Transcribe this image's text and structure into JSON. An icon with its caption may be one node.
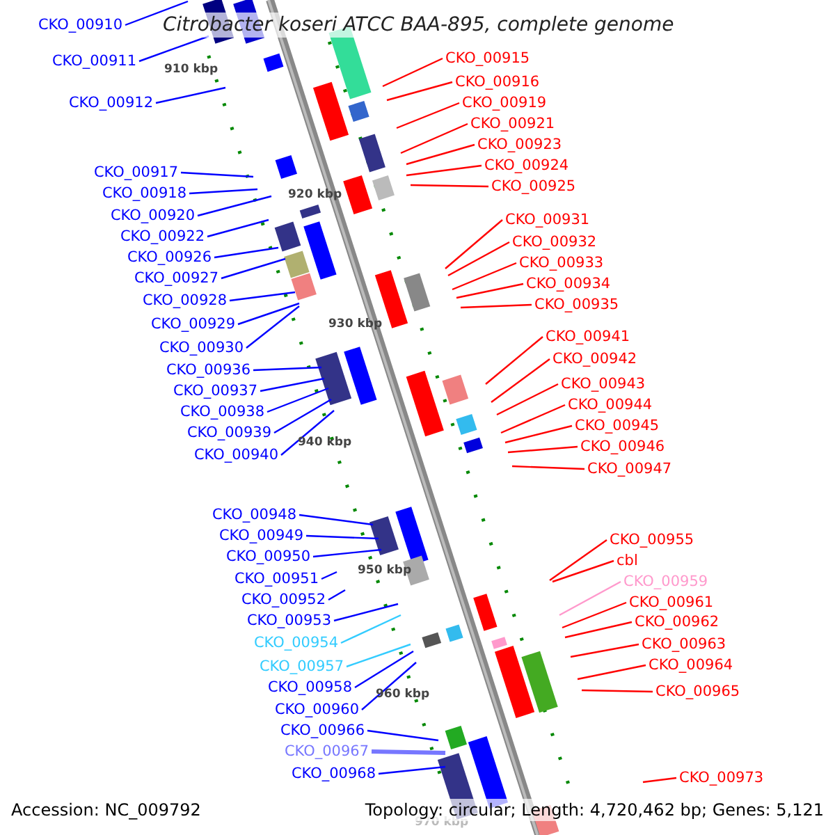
{
  "diagram": {
    "title": "Citrobacter koseri ATCC BAA-895, complete genome",
    "nodes": [
      {
        "text": [
          "CKO_00910"
        ]
      },
      {
        "text": [
          "CKO_00911"
        ]
      },
      {
        "text": [
          "CKO_00912"
        ]
      },
      {
        "text": [
          "CKO_00917"
        ]
      },
      {
        "text": [
          "CKO_00918"
        ]
      },
      {
        "text": [
          "CKO_00920"
        ]
      },
      {
        "text": [
          "CKO_00922"
        ]
      },
      {
        "text": [
          "CKO_00926"
        ]
      },
      {
        "text": [
          "CKO_00927"
        ]
      },
      {
        "text": [
          "CKO_00928"
        ]
      },
      {
        "text": [
          "CKO_00929"
        ]
      },
      {
        "text": [
          "CKO_00930"
        ]
      },
      {
        "text": [
          "CKO_00936"
        ]
      },
      {
        "text": [
          "CKO_00937"
        ]
      },
      {
        "text": [
          "CKO_00938"
        ]
      },
      {
        "text": [
          "CKO_00939"
        ]
      },
      {
        "text": [
          "CKO_00940"
        ]
      },
      {
        "text": [
          "CKO_00948"
        ]
      },
      {
        "text": [
          "CKO_00949"
        ]
      },
      {
        "text": [
          "CKO_00950"
        ]
      },
      {
        "text": [
          "CKO_00951"
        ]
      },
      {
        "text": [
          "CKO_00952"
        ]
      },
      {
        "text": [
          "CKO_00953"
        ]
      },
      {
        "text": [
          "CKO_00954"
        ]
      },
      {
        "text": [
          "CKO_00957"
        ]
      },
      {
        "text": [
          "CKO_00958"
        ]
      },
      {
        "text": [
          "CKO_00960"
        ]
      },
      {
        "text": [
          "CKO_00966"
        ]
      },
      {
        "text": [
          "CKO_00967"
        ]
      },
      {
        "text": [
          "CKO_00968"
        ]
      },
      {
        "text": [
          "CKO_00915"
        ]
      },
      {
        "text": [
          "CKO_00916"
        ]
      },
      {
        "text": [
          "CKO_00919"
        ]
      },
      {
        "text": [
          "CKO_00921"
        ]
      },
      {
        "text": [
          "CKO_00923"
        ]
      },
      {
        "text": [
          "CKO_00924"
        ]
      },
      {
        "text": [
          "CKO_00925"
        ]
      },
      {
        "text": [
          "CKO_00931"
        ]
      },
      {
        "text": [
          "CKO_00932"
        ]
      },
      {
        "text": [
          "CKO_00933"
        ]
      },
      {
        "text": [
          "CKO_00934"
        ]
      },
      {
        "text": [
          "CKO_00935"
        ]
      },
      {
        "text": [
          "CKO_00941"
        ]
      },
      {
        "text": [
          "CKO_00942"
        ]
      },
      {
        "text": [
          "CKO_00943"
        ]
      },
      {
        "text": [
          "CKO_00944"
        ]
      },
      {
        "text": [
          "CKO_00945"
        ]
      },
      {
        "text": [
          "CKO_00946"
        ]
      },
      {
        "text": [
          "CKO_00947"
        ]
      },
      {
        "text": [
          "CKO_00955"
        ]
      },
      {
        "text": [
          "cbl"
        ]
      },
      {
        "text": [
          "CKO_00959"
        ]
      },
      {
        "text": [
          "CKO_00961"
        ]
      },
      {
        "text": [
          "CKO_00962"
        ]
      },
      {
        "text": [
          "CKO_00963"
        ]
      },
      {
        "text": [
          "CKO_00964"
        ]
      },
      {
        "text": [
          "CKO_00965"
        ]
      },
      {
        "text": [
          "CKO_00973"
        ]
      }
    ],
    "edges": [
      {
        "from": 0,
        "to": null,
        "arrow": "none"
      },
      {
        "from": 1,
        "to": null,
        "arrow": "none"
      },
      {
        "from": 2,
        "to": null,
        "arrow": "none"
      },
      {
        "from": 3,
        "to": null,
        "arrow": "none"
      },
      {
        "from": 4,
        "to": null,
        "arrow": "none"
      },
      {
        "from": 5,
        "to": null,
        "arrow": "none"
      },
      {
        "from": 6,
        "to": null,
        "arrow": "none"
      },
      {
        "from": 7,
        "to": null,
        "arrow": "none"
      },
      {
        "from": 8,
        "to": null,
        "arrow": "none"
      },
      {
        "from": 9,
        "to": null,
        "arrow": "none"
      },
      {
        "from": 10,
        "to": null,
        "arrow": "none"
      },
      {
        "from": 11,
        "to": null,
        "arrow": "none"
      },
      {
        "from": 12,
        "to": null,
        "arrow": "none"
      },
      {
        "from": 13,
        "to": null,
        "arrow": "none"
      },
      {
        "from": 14,
        "to": null,
        "arrow": "none"
      },
      {
        "from": 15,
        "to": null,
        "arrow": "none"
      },
      {
        "from": 16,
        "to": null,
        "arrow": "none"
      },
      {
        "from": 17,
        "to": null,
        "arrow": "none"
      },
      {
        "from": 18,
        "to": null,
        "arrow": "none"
      },
      {
        "from": 19,
        "to": null,
        "arrow": "none"
      },
      {
        "from": 20,
        "to": null,
        "arrow": "none"
      },
      {
        "from": 21,
        "to": null,
        "arrow": "none"
      },
      {
        "from": 22,
        "to": null,
        "arrow": "none"
      },
      {
        "from": 23,
        "to": null,
        "arrow": "none",
        "color": "#33ccff"
      },
      {
        "from": 24,
        "to": null,
        "arrow": "none",
        "color": "#33ccff"
      },
      {
        "from": 25,
        "to": null,
        "arrow": "none"
      },
      {
        "from": 26,
        "to": null,
        "arrow": "none"
      },
      {
        "from": 27,
        "to": null,
        "arrow": "none"
      },
      {
        "from": 28,
        "to": null,
        "arrow": "none",
        "style": "thick",
        "color": "#7777ff"
      },
      {
        "from": 29,
        "to": null,
        "arrow": "none"
      },
      {
        "from": 30,
        "to": null,
        "arrow": "none",
        "color": "#ff0000"
      },
      {
        "from": 31,
        "to": null,
        "arrow": "none",
        "color": "#ff0000"
      },
      {
        "from": 32,
        "to": null,
        "arrow": "none",
        "color": "#ff0000"
      },
      {
        "from": 33,
        "to": null,
        "arrow": "none",
        "color": "#ff0000"
      },
      {
        "from": 34,
        "to": null,
        "arrow": "none",
        "color": "#ff0000"
      },
      {
        "from": 35,
        "to": null,
        "arrow": "none",
        "color": "#ff0000"
      },
      {
        "from": 36,
        "to": null,
        "arrow": "none",
        "color": "#ff0000"
      },
      {
        "from": 37,
        "to": null,
        "arrow": "none",
        "color": "#ff0000"
      },
      {
        "from": 38,
        "to": null,
        "arrow": "none",
        "color": "#ff0000"
      },
      {
        "from": 39,
        "to": null,
        "arrow": "none",
        "color": "#ff0000"
      },
      {
        "from": 40,
        "to": null,
        "arrow": "none",
        "color": "#ff0000"
      },
      {
        "from": 41,
        "to": null,
        "arrow": "none",
        "color": "#ff0000"
      },
      {
        "from": 42,
        "to": null,
        "arrow": "none",
        "color": "#ff0000"
      },
      {
        "from": 43,
        "to": null,
        "arrow": "none",
        "color": "#ff0000"
      },
      {
        "from": 44,
        "to": null,
        "arrow": "none",
        "color": "#ff0000"
      },
      {
        "from": 45,
        "to": null,
        "arrow": "none",
        "color": "#ff0000"
      },
      {
        "from": 46,
        "to": null,
        "arrow": "none",
        "color": "#ff0000"
      },
      {
        "from": 47,
        "to": null,
        "arrow": "none",
        "color": "#ff0000"
      },
      {
        "from": 48,
        "to": null,
        "arrow": "none",
        "color": "#ff0000"
      },
      {
        "from": 49,
        "to": null,
        "arrow": "none",
        "color": "#ff0000"
      },
      {
        "from": 50,
        "to": null,
        "arrow": "none",
        "color": "#ff0000"
      },
      {
        "from": 51,
        "to": null,
        "arrow": "none",
        "color": "#ff99cc"
      },
      {
        "from": 52,
        "to": null,
        "arrow": "none",
        "color": "#ff0000"
      },
      {
        "from": 53,
        "to": null,
        "arrow": "none",
        "color": "#ff0000"
      },
      {
        "from": 54,
        "to": null,
        "arrow": "none",
        "color": "#ff0000"
      },
      {
        "from": 55,
        "to": null,
        "arrow": "none",
        "color": "#ff0000"
      },
      {
        "from": 56,
        "to": null,
        "arrow": "none",
        "color": "#ff0000"
      },
      {
        "from": 57,
        "to": null,
        "arrow": "none",
        "color": "#ff0000"
      }
    ],
    "labels": [
      "910 kbp",
      "920 kbp",
      "930 kbp",
      "940 kbp",
      "950 kbp",
      "960 kbp",
      "970 kbp",
      "Accession: NC_009792",
      "Topology: circular; Length: 4,720,462 bp; Genes: 5,121"
    ]
  }
}
